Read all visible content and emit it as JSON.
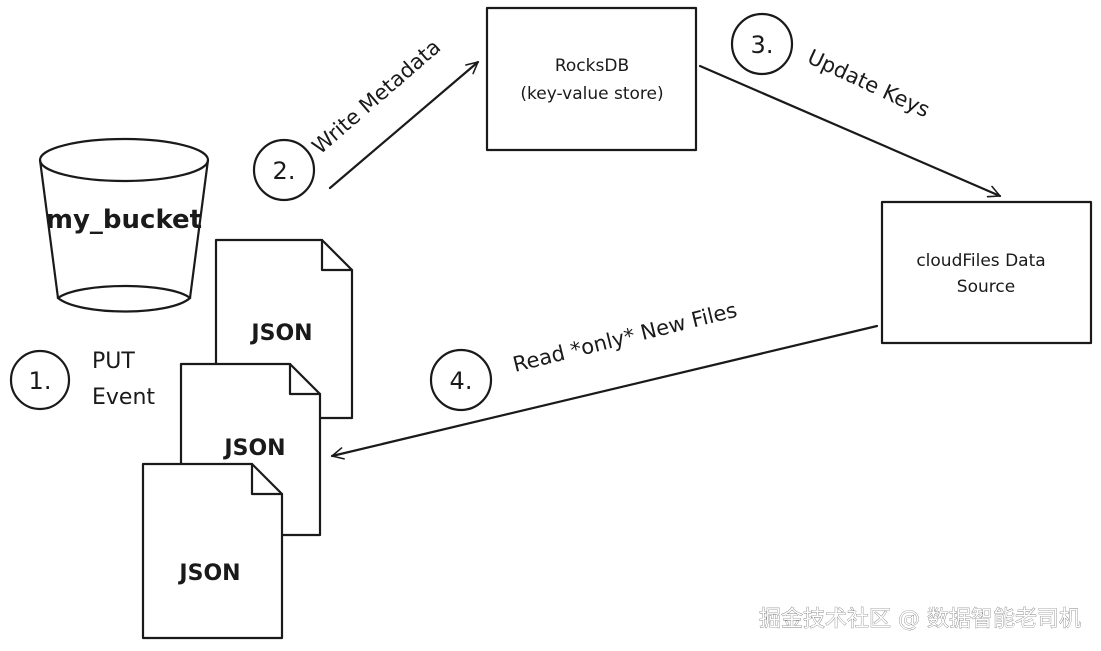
{
  "bucket": {
    "label": "my_bucket"
  },
  "files": [
    {
      "label": "JSON"
    },
    {
      "label": "JSON"
    },
    {
      "label": "JSON"
    }
  ],
  "steps": [
    {
      "number": "1.",
      "line1": "PUT",
      "line2": "Event"
    },
    {
      "number": "2.",
      "label": "Write Metadata"
    },
    {
      "number": "3.",
      "label": "Update Keys"
    },
    {
      "number": "4.",
      "label": "Read *only* New Files"
    }
  ],
  "rocksdb": {
    "line1": "RocksDB",
    "line2": "(key-value store)"
  },
  "cloudfiles": {
    "line1": "cloudFiles Data",
    "line2": "Source"
  },
  "watermark": "掘金技术社区 @ 数据智能老司机"
}
